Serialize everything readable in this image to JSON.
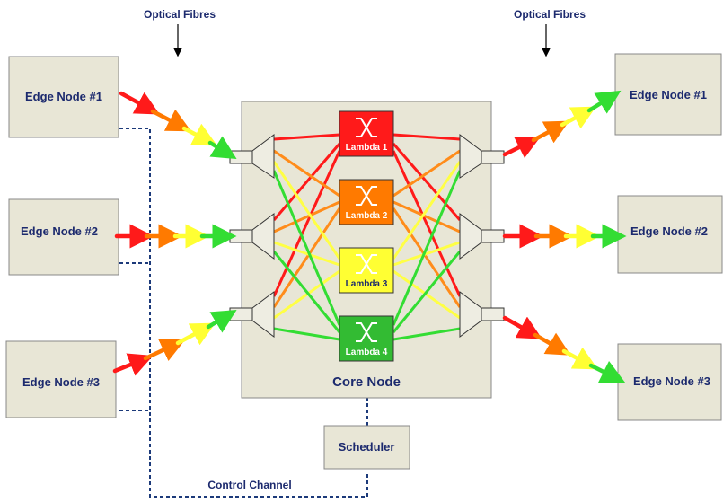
{
  "labels": {
    "optical_fibres_left": "Optical Fibres",
    "optical_fibres_right": "Optical Fibres",
    "core_node": "Core Node",
    "scheduler": "Scheduler",
    "control_channel": "Control Channel"
  },
  "edge_nodes_left": [
    "Edge Node #1",
    "Edge Node #2",
    "Edge Node #3"
  ],
  "edge_nodes_right": [
    "Edge Node #1",
    "Edge Node #2",
    "Edge Node #3"
  ],
  "lambdas": [
    {
      "label": "Lambda 1",
      "color": "#ff1a1a"
    },
    {
      "label": "Lambda 2",
      "color": "#ff7a00"
    },
    {
      "label": "Lambda 3",
      "color": "#ffff33"
    },
    {
      "label": "Lambda 4",
      "color": "#33dd33"
    }
  ],
  "colors": {
    "box_fill": "#e8e6d6",
    "text_navy": "#1c2a6e",
    "dashed_line": "#1c3a7a"
  }
}
